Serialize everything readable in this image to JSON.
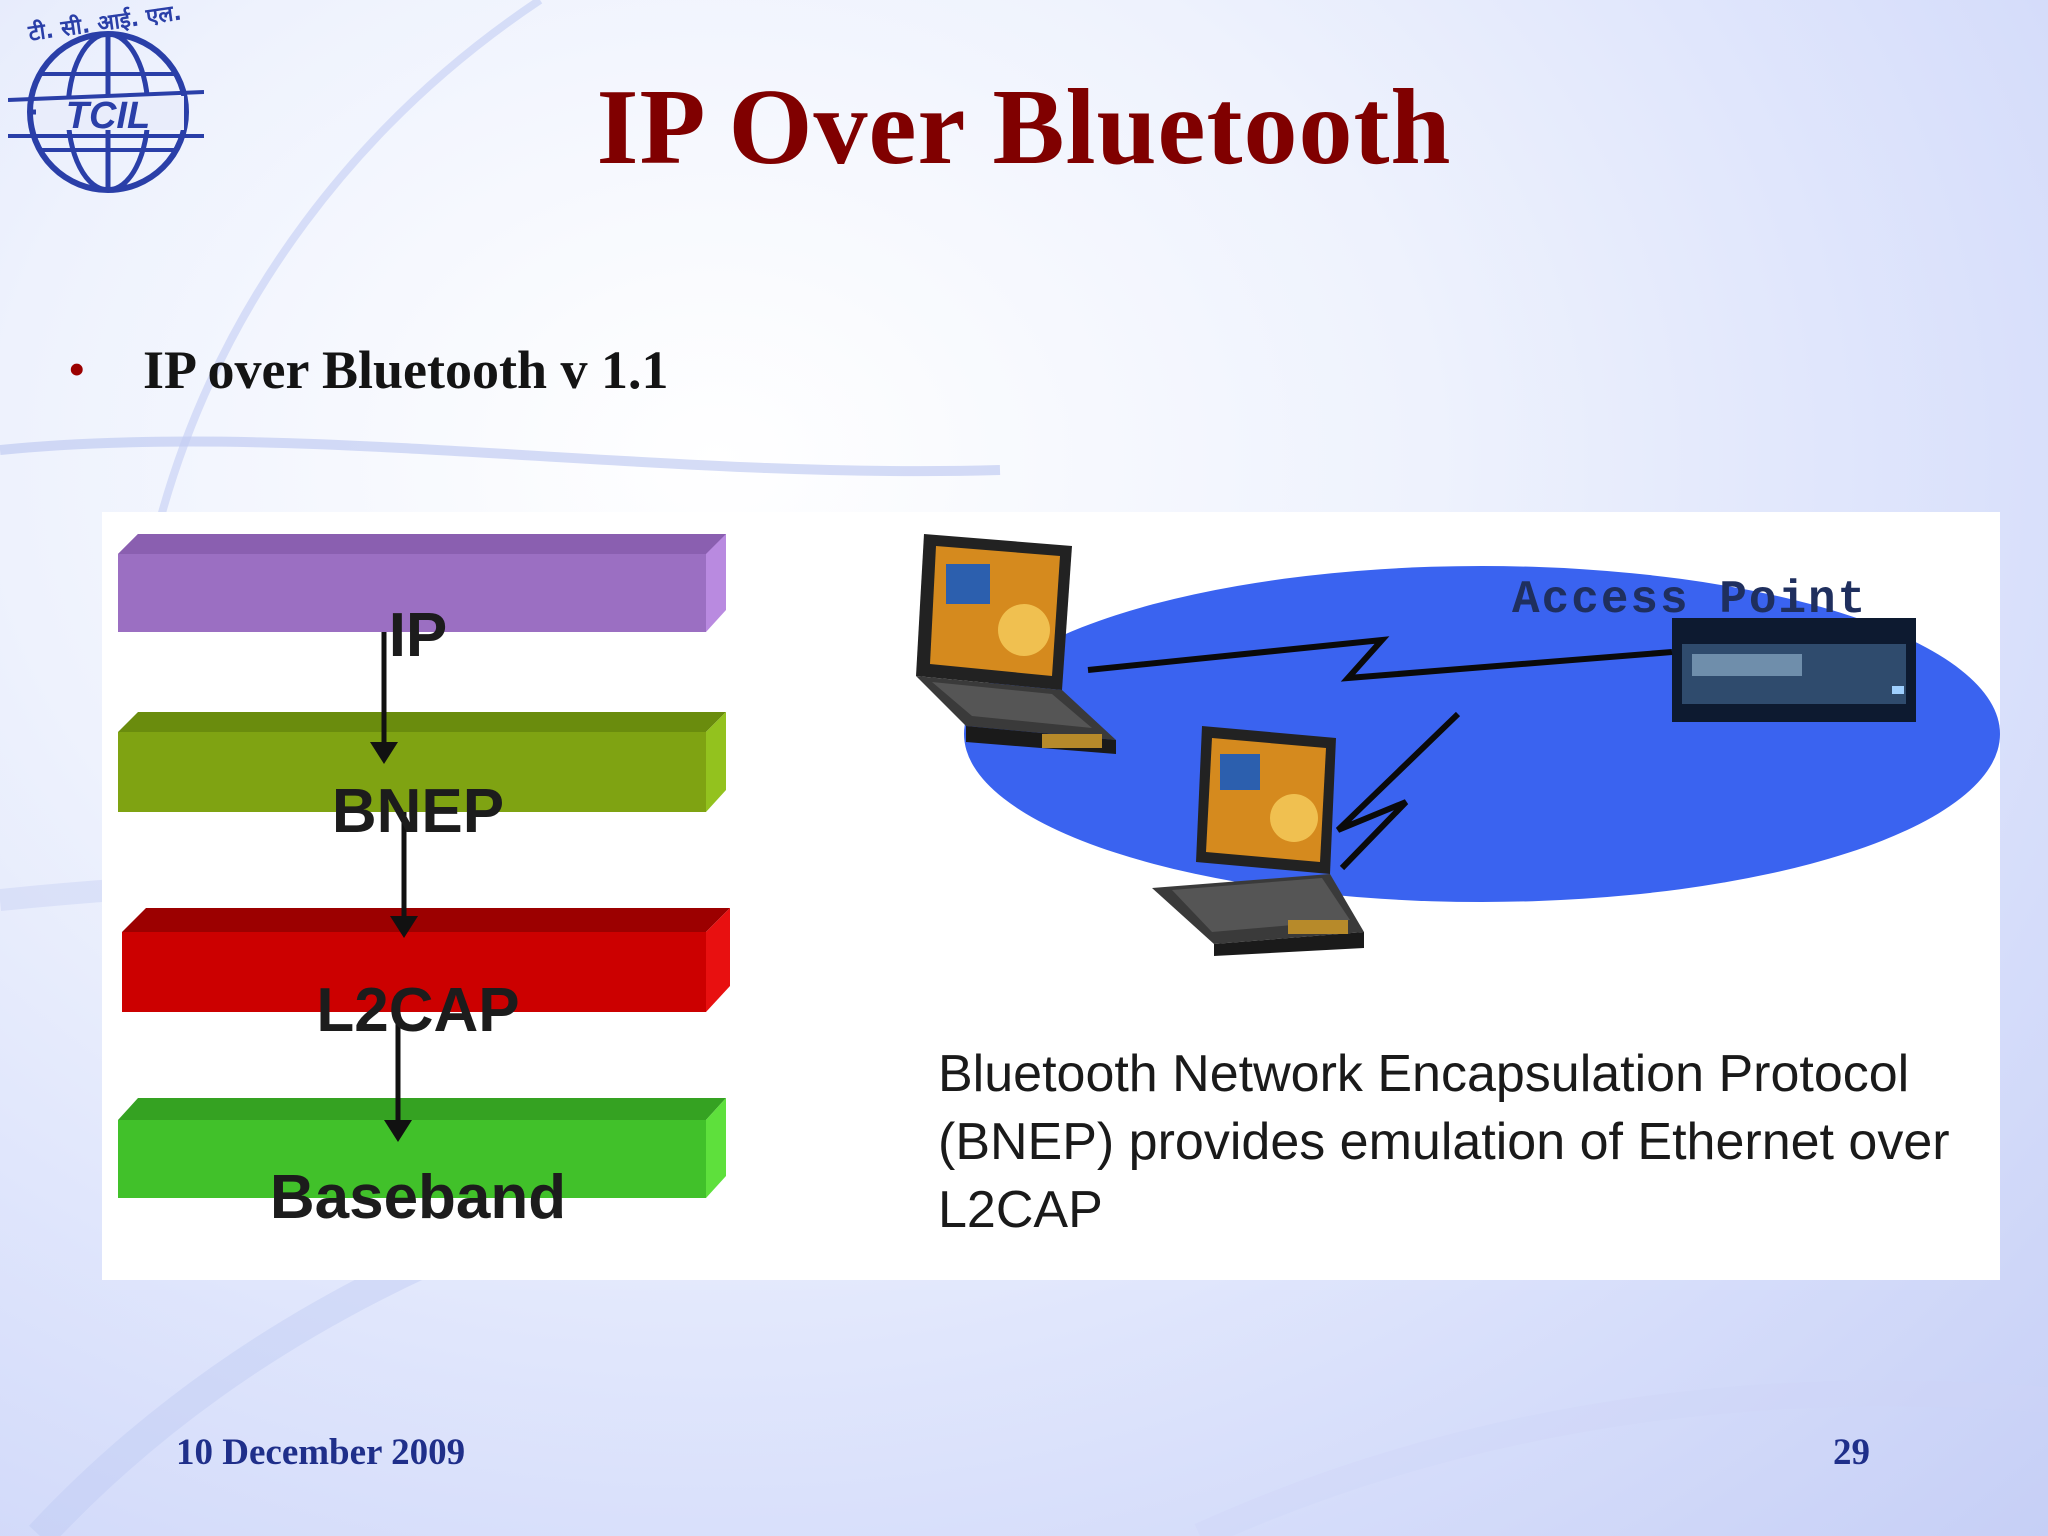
{
  "slide": {
    "title": "IP Over Bluetooth",
    "bullet_marker": "•",
    "bullet": "IP over Bluetooth v 1.1",
    "logo_text": "TCIL",
    "logo_hindi": "टी. सी. आई. एल."
  },
  "diagram": {
    "layers": [
      {
        "label": "IP",
        "color": "#9b6fc2"
      },
      {
        "label": "BNEP",
        "color": "#7fa312"
      },
      {
        "label": "L2CAP",
        "color": "#cc0000"
      },
      {
        "label": "Baseband",
        "color": "#41c12a"
      }
    ],
    "access_point_label": "Access Point",
    "network_color": "#3a63f0",
    "caption": "Bluetooth Network Encapsulation Protocol (BNEP) provides emulation of Ethernet over L2CAP"
  },
  "footer": {
    "date": "10 December 2009",
    "page": "29"
  }
}
